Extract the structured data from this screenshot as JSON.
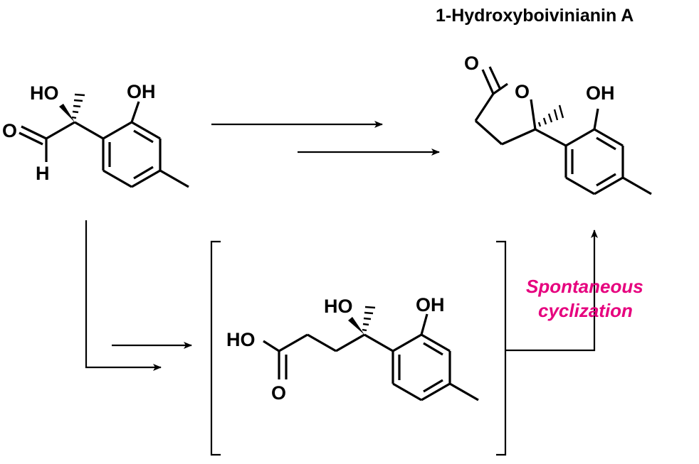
{
  "product": {
    "name": "1-Hydroxyboivinianin A"
  },
  "condition": {
    "line1": "Spontaneous",
    "line2": "cyclization",
    "color": "#e6007e"
  },
  "atoms": {
    "hydroxyl": "HO",
    "phenol": "OH",
    "carbonyl_oxygen": "O",
    "aldehyde_hydrogen": "H",
    "ring_oxygen": "O"
  }
}
